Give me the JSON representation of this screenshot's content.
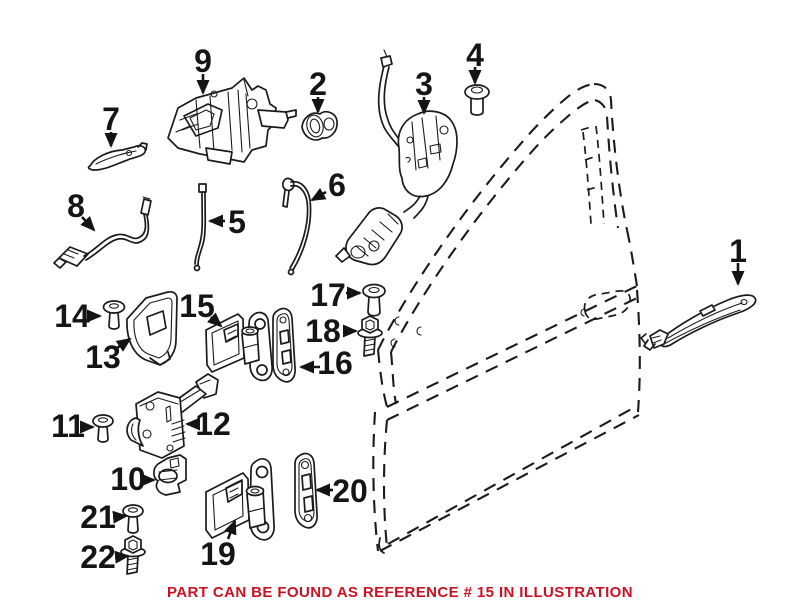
{
  "caption": {
    "text": "PART CAN BE FOUND AS REFERENCE # 15 IN ILLUSTRATION",
    "color": "#cc1122"
  },
  "colors": {
    "line_art": "#1b1b1b",
    "background": "#ffffff",
    "callout_text": "#151515"
  },
  "callouts": [
    "1",
    "2",
    "3",
    "4",
    "5",
    "6",
    "7",
    "8",
    "9",
    "10",
    "11",
    "12",
    "13",
    "14",
    "15",
    "16",
    "17",
    "18",
    "19",
    "20",
    "21",
    "22"
  ]
}
